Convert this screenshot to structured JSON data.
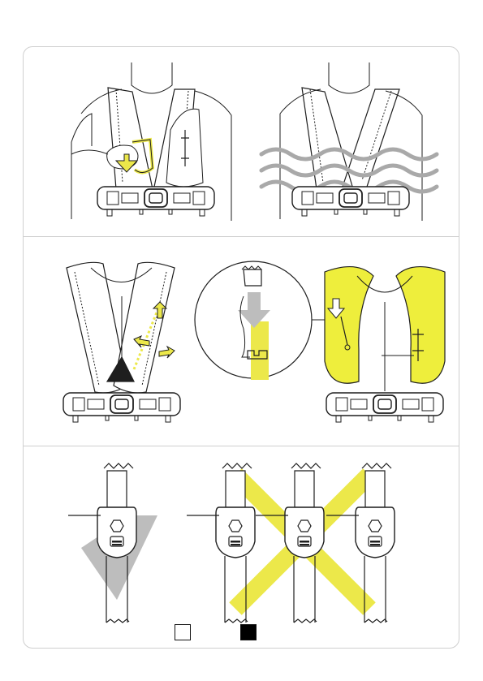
{
  "colors": {
    "accent_yellow": "#ece84a",
    "inflated_yellow": "#eeee3c",
    "arrow_grey": "#bdbdbd",
    "wave_grey": "#a9a9a9",
    "line": "#1e1e1e",
    "frame": "#cfcfcf"
  },
  "panels": [
    {
      "id": "manual-pull-step"
    },
    {
      "id": "water-activation-step"
    },
    {
      "id": "rearm-sequence"
    },
    {
      "id": "indicator-check"
    }
  ],
  "legend": [
    {
      "id": "legend-white",
      "fill": "#ffffff"
    },
    {
      "id": "legend-black",
      "fill": "#000000"
    }
  ]
}
